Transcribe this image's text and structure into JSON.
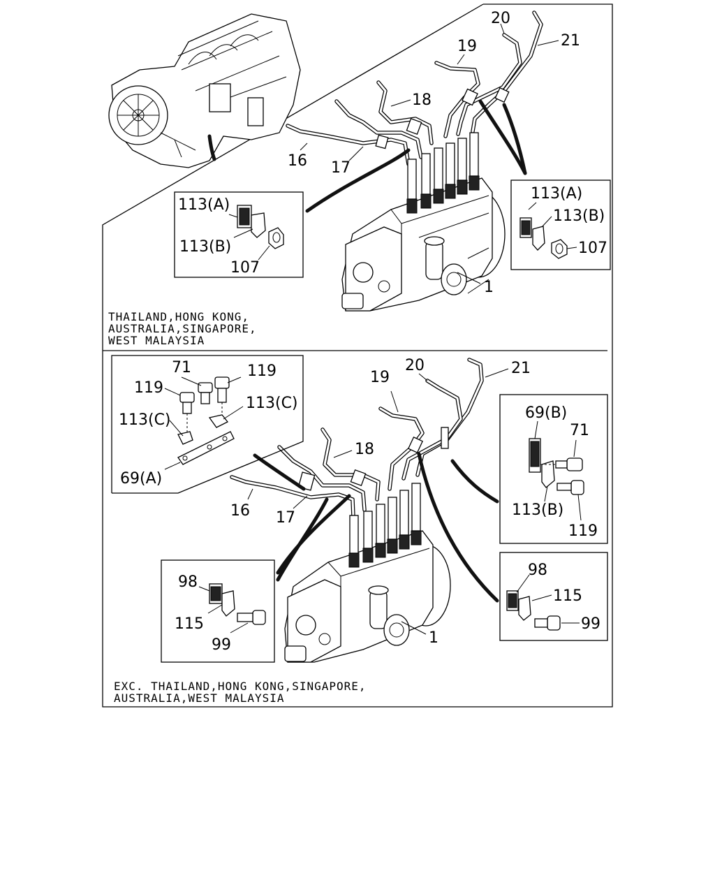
{
  "top_section": {
    "caption_lines": [
      "THAILAND,HONG KONG,",
      "AUSTRALIA,SINGAPORE,",
      "WEST MALAYSIA"
    ],
    "callouts": {
      "pipe_20": "20",
      "pipe_21": "21",
      "pipe_19": "19",
      "pipe_18": "18",
      "pipe_16": "16",
      "pipe_17": "17",
      "pump_1": "1"
    },
    "left_detail": {
      "clip_a": "113(A)",
      "clip_b": "113(B)",
      "nut": "107"
    },
    "right_detail": {
      "clip_a": "113(A)",
      "clip_b": "113(B)",
      "nut": "107"
    }
  },
  "bottom_section": {
    "caption_lines": [
      "EXC.  THAILAND,HONG KONG,SINGAPORE,",
      "AUSTRALIA,WEST MALAYSIA"
    ],
    "callouts": {
      "pipe_19": "19",
      "pipe_20": "20",
      "pipe_21": "21",
      "pipe_18": "18",
      "pipe_16": "16",
      "pipe_17": "17",
      "pump_1": "1"
    },
    "left_detail": {
      "bolt_71": "71",
      "bolt_119_left": "119",
      "bolt_119_right": "119",
      "clip_c_left": "113(C)",
      "clip_c_right": "113(C)",
      "bracket": "69(A)"
    },
    "right_detail": {
      "bracket": "69(B)",
      "bolt_71": "71",
      "clip_b": "113(B)",
      "bolt_119": "119"
    },
    "lower_left_detail": {
      "clip": "98",
      "bracket": "115",
      "bolt": "99"
    },
    "lower_right_detail": {
      "clip": "98",
      "bracket": "115",
      "bolt": "99"
    }
  }
}
